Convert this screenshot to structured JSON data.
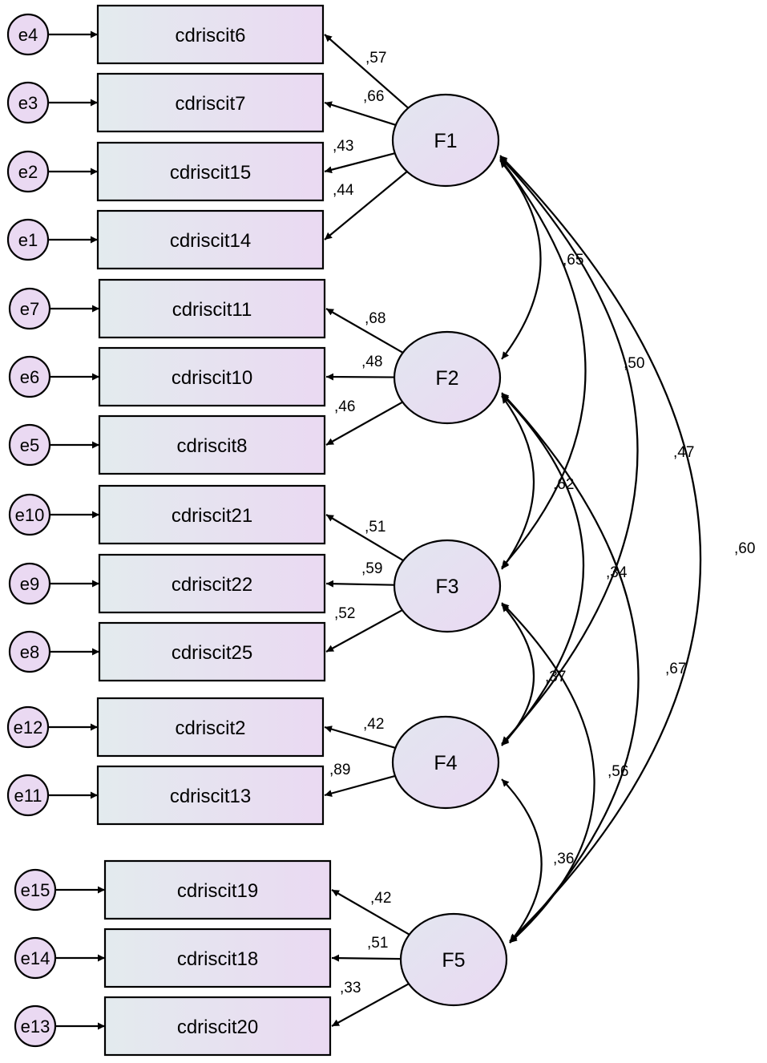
{
  "factors": [
    {
      "id": "F1",
      "label": "F1"
    },
    {
      "id": "F2",
      "label": "F2"
    },
    {
      "id": "F3",
      "label": "F3"
    },
    {
      "id": "F4",
      "label": "F4"
    },
    {
      "id": "F5",
      "label": "F5"
    }
  ],
  "indicators": [
    {
      "error": "e4",
      "name": "cdriscit6",
      "factor": "F1",
      "loading": ",57"
    },
    {
      "error": "e3",
      "name": "cdriscit7",
      "factor": "F1",
      "loading": ",66"
    },
    {
      "error": "e2",
      "name": "cdriscit15",
      "factor": "F1",
      "loading": ",43"
    },
    {
      "error": "e1",
      "name": "cdriscit14",
      "factor": "F1",
      "loading": ",44"
    },
    {
      "error": "e7",
      "name": "cdriscit11",
      "factor": "F2",
      "loading": ",68"
    },
    {
      "error": "e6",
      "name": "cdriscit10",
      "factor": "F2",
      "loading": ",48"
    },
    {
      "error": "e5",
      "name": "cdriscit8",
      "factor": "F2",
      "loading": ",46"
    },
    {
      "error": "e10",
      "name": "cdriscit21",
      "factor": "F3",
      "loading": ",51"
    },
    {
      "error": "e9",
      "name": "cdriscit22",
      "factor": "F3",
      "loading": ",59"
    },
    {
      "error": "e8",
      "name": "cdriscit25",
      "factor": "F3",
      "loading": ",52"
    },
    {
      "error": "e12",
      "name": "cdriscit2",
      "factor": "F4",
      "loading": ",42"
    },
    {
      "error": "e11",
      "name": "cdriscit13",
      "factor": "F4",
      "loading": ",89"
    },
    {
      "error": "e15",
      "name": "cdriscit19",
      "factor": "F5",
      "loading": ",42"
    },
    {
      "error": "e14",
      "name": "cdriscit18",
      "factor": "F5",
      "loading": ",51"
    },
    {
      "error": "e13",
      "name": "cdriscit20",
      "factor": "F5",
      "loading": ",33"
    }
  ],
  "correlations": [
    {
      "from": "F1",
      "to": "F2",
      "value": ",65"
    },
    {
      "from": "F1",
      "to": "F3",
      "value": ",50"
    },
    {
      "from": "F1",
      "to": "F4",
      "value": ",47"
    },
    {
      "from": "F1",
      "to": "F5",
      "value": ",60"
    },
    {
      "from": "F2",
      "to": "F3",
      "value": ",62"
    },
    {
      "from": "F2",
      "to": "F4",
      "value": ",34"
    },
    {
      "from": "F2",
      "to": "F5",
      "value": ",67"
    },
    {
      "from": "F3",
      "to": "F4",
      "value": ",37"
    },
    {
      "from": "F3",
      "to": "F5",
      "value": ",56"
    },
    {
      "from": "F4",
      "to": "F5",
      "value": ",36"
    }
  ],
  "colors": {
    "box_gradient_start": "#e3ebee",
    "box_gradient_end": "#ead9f2",
    "error_fill": "#ead9f2",
    "factor_gradient_start": "#e2e6f0",
    "factor_gradient_end": "#ead9f2",
    "stroke": "#000000"
  }
}
